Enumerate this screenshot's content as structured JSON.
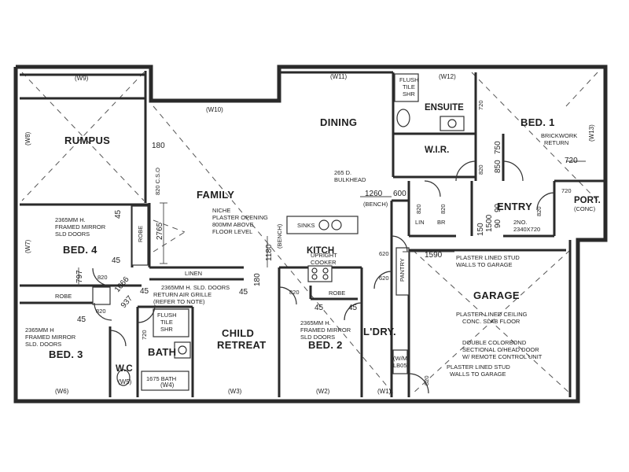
{
  "plan": {
    "rooms": {
      "rumpus": "RUMPUS",
      "dining": "DINING",
      "family": "FAMILY",
      "bed1": "BED. 1",
      "ensuite": "ENSUITE",
      "wir": "W.I.R.",
      "bed4": "BED. 4",
      "kitch": "KITCH",
      "entry": "ENTRY",
      "port": "PORT.",
      "port_sub": "(CONC)",
      "garage": "GARAGE",
      "child_retreat_1": "CHILD",
      "child_retreat_2": "RETREAT",
      "bed2": "BED. 2",
      "ldry": "L'DRY.",
      "bath": "BATH",
      "bed3": "BED. 3",
      "wc": "W.C",
      "pantry": "PANTRY",
      "linen": "LINEN",
      "robe": "ROBE",
      "lin": "LIN",
      "br": "BR"
    },
    "windows": [
      "(W9)",
      "(W10)",
      "(W11)",
      "(W12)",
      "(W13)",
      "(W8)",
      "(W7)",
      "(W6)",
      "(W5)",
      "(W4)",
      "(W3)",
      "(W2)",
      "(W1)"
    ],
    "notes": {
      "flush_tile_shr": [
        "FLUSH",
        "TILE",
        "SHR"
      ],
      "brickwork_return": [
        "BRICKWORK",
        "RETURN"
      ],
      "bulkhead": [
        "265 D.",
        "BULKHEAD"
      ],
      "niche": [
        "NICHE",
        "PLASTER OPENING",
        "800MM ABOVE",
        "FLOOR LEVEL"
      ],
      "sinks": "SINKS",
      "upright_cooker": [
        "UPRIGHT",
        "COOKER"
      ],
      "bed4_mirror": [
        "2365MM H.",
        "FRAMED MIRROR",
        "SLD DOORS"
      ],
      "linen_doors": [
        "2365MM H. SLD. DOORS"
      ],
      "return_air": [
        "RETURN AIR GRILLE",
        "(REFER TO NOTE)"
      ],
      "bed3_mirror": [
        "2365MM H",
        "FRAMED MIRROR",
        "SLD. DOORS"
      ],
      "bed2_mirror": [
        "2365MM H.",
        "FRAMED MIRROR",
        "SLD DOORS"
      ],
      "plaster_stud_top": [
        "PLASTER LINED STUD",
        "WALLS TO GARAGE"
      ],
      "garage_ceiling": [
        "PLASTER LINED CEILING",
        "CONC. SLAB FLOOR"
      ],
      "garage_door": [
        "DOUBLE COLORBOND",
        "SECTIONAL O/HEAD DOOR",
        "W/ REMOTE CONTROL UNIT"
      ],
      "plaster_stud_bottom": [
        "PLASTER LINED STUD",
        "WALLS TO GARAGE"
      ],
      "bath_1675": "1675 BATH",
      "bench": "(BENCH)",
      "wm": "(W/M",
      "lb05": "LB05)",
      "no2": "2NO.",
      "no2_size": "2340X720"
    },
    "dims": {
      "d180a": "180",
      "d820cso": "820 C.S.O",
      "d2765": "2765",
      "d45a": "45",
      "d797": "797",
      "d1066": "1066",
      "d937": "937",
      "d45b": "45",
      "d45c": "45",
      "d820a": "820",
      "d820b": "820",
      "d820c": "820",
      "d45d": "45",
      "d720a": "720",
      "d1260": "1260",
      "d600": "600",
      "d1180": "1180",
      "d180b": "180",
      "d45e": "45",
      "d620a": "620",
      "d620b": "620",
      "d820d": "820",
      "d45f": "45",
      "d45g": "45",
      "d1590": "1590",
      "d150": "150",
      "d1500": "1500",
      "d90a": "90",
      "d90b": "90",
      "d820e": "820",
      "d850": "850",
      "d750": "750",
      "d720b": "720",
      "d720c": "720",
      "d720d": "720",
      "d820f": "820",
      "d820g": "820",
      "d820h": "820"
    }
  }
}
